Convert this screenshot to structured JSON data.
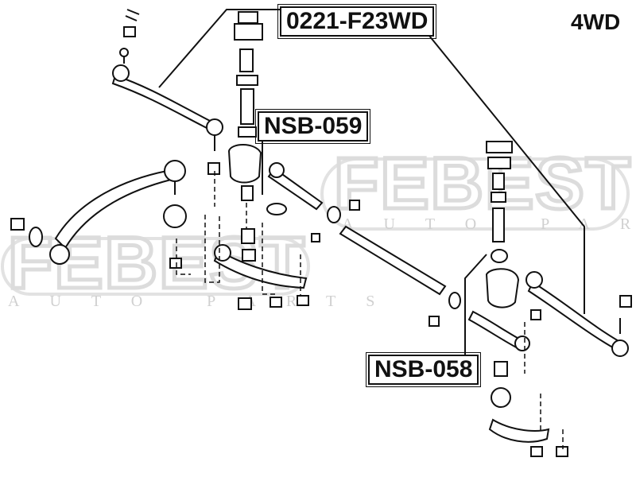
{
  "labels": {
    "main_part": "0221-F23WD",
    "part_upper": "NSB-059",
    "part_lower": "NSB-058",
    "drive": "4WD"
  },
  "watermark": {
    "brand": "FEBEST",
    "tagline": "AUTO PARTS",
    "color": "#dcdcdc"
  },
  "colors": {
    "ink": "#111111",
    "background": "#ffffff"
  }
}
